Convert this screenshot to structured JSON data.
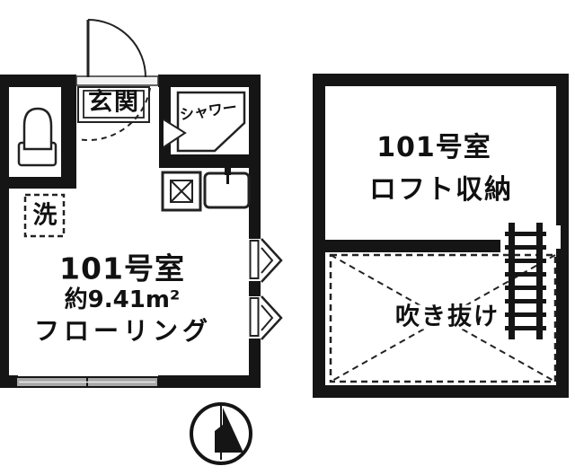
{
  "colors": {
    "wall": "#151515",
    "line": "#222222",
    "bg": "#ffffff",
    "window_fill": "#a8a8a8",
    "threshold_fill": "#f2f2f2"
  },
  "floor_plan": {
    "unit_1f": {
      "entrance_label": "玄関",
      "shower_label": "シャワー",
      "washer_label": "洗",
      "room_label": "101号室",
      "area_label": "約9.41m²",
      "floor_label": "フローリング"
    },
    "loft": {
      "room_label": "101号室",
      "storage_label": "ロフト収納",
      "void_label": "吹き抜け"
    },
    "icons": {
      "compass": "compass-north-icon",
      "toilet": "toilet-icon",
      "stove": "stove-burner-icon",
      "sink": "kitchen-sink-icon",
      "ladder": "loft-ladder-icon",
      "door_swing": "door-swing-arc-icon",
      "windows": "casement-window-chevron-icon"
    }
  }
}
